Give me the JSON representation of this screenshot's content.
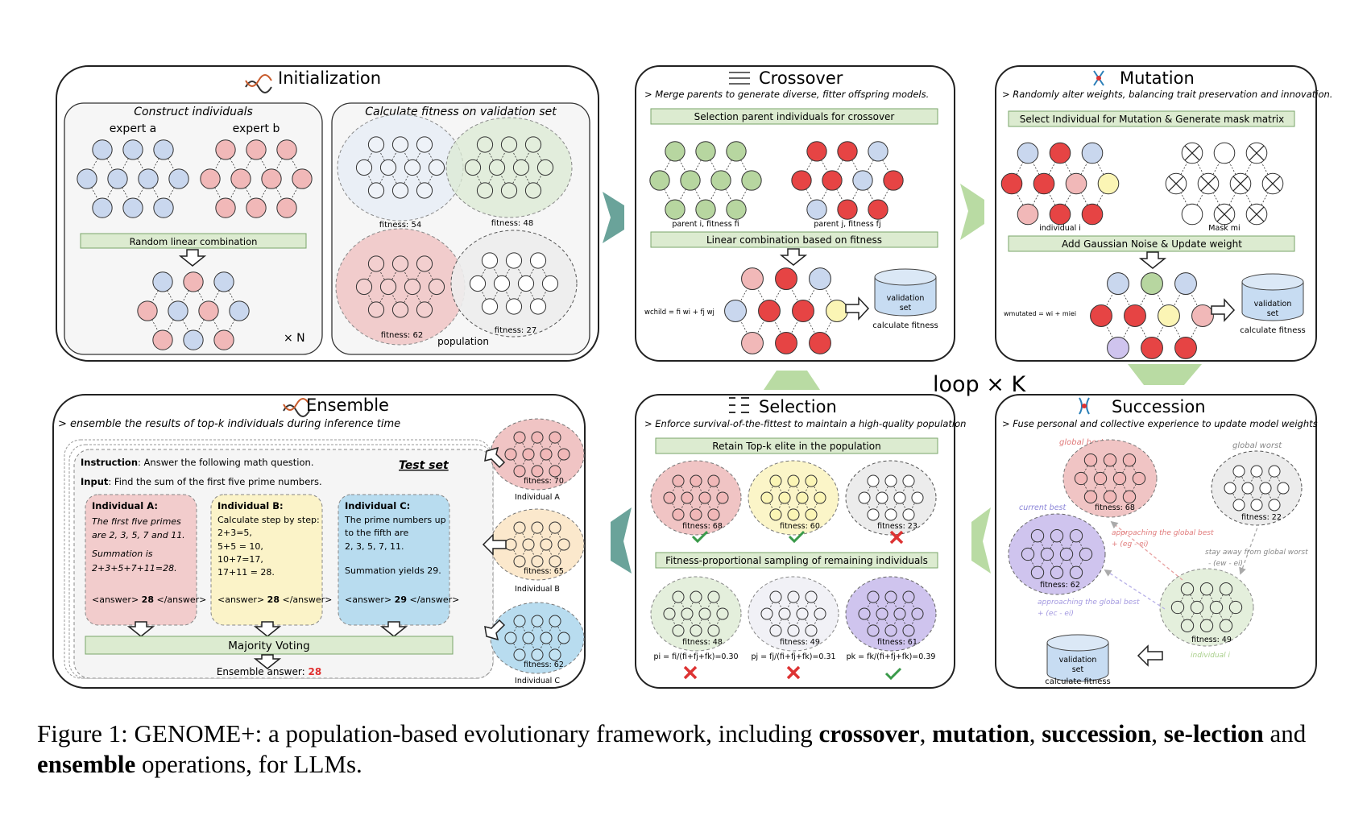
{
  "panels": {
    "initialization": {
      "title": "Initialization",
      "construct_title": "Construct individuals",
      "expert_a": "expert a",
      "expert_b": "expert b",
      "random_bar": "Random linear combination",
      "times_n": "× N",
      "calc_title": "Calculate fitness on validation set",
      "fit54": "fitness: 54",
      "fit48": "fitness: 48",
      "fit62": "fitness: 62",
      "fit27": "fitness: 27",
      "population": "population"
    },
    "crossover": {
      "title": "Crossover",
      "subtitle": "> Merge parents to generate diverse, fitter offspring models.",
      "bar1": "Selection parent individuals for crossover",
      "parent_i": "parent i, fitness fi",
      "parent_j": "parent j, fitness fj",
      "bar2": "Linear combination based on fitness",
      "formula": "wchild = fi wi + fj wj",
      "validation": "validation",
      "set": "set",
      "calc": "calculate fitness"
    },
    "mutation": {
      "title": "Mutation",
      "subtitle": "> Randomly alter weights, balancing trait preservation and innovation.",
      "bar1": "Select Individual for Mutation & Generate mask matrix",
      "individual": "individual i",
      "mask": "Mask mi",
      "bar2": "Add Gaussian Noise & Update weight",
      "formula": "wmutated = wi + miei",
      "validation": "validation",
      "set": "set",
      "calc": "calculate fitness"
    },
    "loop": "loop × K",
    "ensemble": {
      "title": "Ensemble",
      "subtitle": "> ensemble the results of top-k individuals during inference time",
      "instruction_label": "Instruction",
      "instruction": ": Answer the following math question.",
      "test_set": "Test set",
      "input_label": "Input",
      "input": ": Find the sum of the first five prime numbers.",
      "a_title": "Individual A:",
      "a_lines": [
        "The first five primes",
        "are 2, 3, 5, 7 and 11.",
        "Summation is",
        "2+3+5+7+11=28."
      ],
      "a_answer_pre": "<answer> ",
      "a_answer": "28",
      "a_answer_post": " </answer>",
      "b_title": "Individual B:",
      "b_lines": [
        "Calculate step by step:",
        "2+3=5,",
        "5+5 = 10,",
        "10+7=17,",
        "17+11 = 28."
      ],
      "b_answer_pre": "<answer> ",
      "b_answer": "28",
      "b_answer_post": " </answer>",
      "c_title": "Individual C:",
      "c_lines": [
        "The prime numbers up",
        "to the fifth are",
        "2, 3, 5, 7, 11.",
        "Summation yields 29."
      ],
      "c_answer_pre": "<answer> ",
      "c_answer": "29",
      "c_answer_post": " </answer>",
      "voting": "Majority Voting",
      "ensemble_answer_label": "Ensemble answer: ",
      "ensemble_answer": "28",
      "indA_fit": "fitness: 70",
      "indA": "Individual A",
      "indB_fit": "fitness: 65",
      "indB": "Individual B",
      "indC_fit": "fitness: 62",
      "indC": "Individual C"
    },
    "selection": {
      "title": "Selection",
      "subtitle": "> Enforce survival-of-the-fittest to maintain a high-quality population",
      "bar1": "Retain Top-k elite in the population",
      "fit68": "fitness: 68",
      "fit60": "fitness: 60",
      "fit23": "fitness: 23",
      "bar2": "Fitness-proportional sampling of remaining individuals",
      "fit48": "fitness: 48",
      "fit49": "fitness: 49",
      "fit61": "fitness: 61",
      "pi": "pi = fi/(fi+fj+fk)=0.30",
      "pj": "pj = fj/(fi+fj+fk)=0.31",
      "pk": "pk = fk/(fi+fj+fk)=0.39"
    },
    "succession": {
      "title": "Succession",
      "subtitle": "> Fuse personal and collective experience to update model weights",
      "global_best": "global best",
      "global_worst": "global worst",
      "current_best": "current best",
      "fit68": "fitness: 68",
      "fit22": "fitness: 22",
      "fit62": "fitness: 62",
      "fit49": "fitness: 49",
      "approach1": "approaching the global best",
      "approach1_formula": "+ (eg - ei)",
      "stay_away": "stay away from global worst",
      "stay_away_formula": "- (ew - ei)",
      "approach2": "approaching the global best",
      "approach2_formula": "+ (ec - ei)",
      "individual": "individual i",
      "validation": "validation",
      "set": "set",
      "calc": "calculate fitness"
    }
  },
  "caption": {
    "prefix": "Figure 1: GENOME+: a population-based evolutionary framework, including ",
    "crossover": "crossover",
    "comma1": ", ",
    "mutation": "mutation",
    "comma2": ", ",
    "succession": "succession",
    "comma3": ", ",
    "selection": "se-lection",
    "and": " and ",
    "ensemble": "ensemble",
    "suffix": " operations, for LLMs."
  },
  "colors": {
    "red": "#f1b8b8",
    "red_strong": "#e64444",
    "blue": "#c9d7ee",
    "green": "#b7d6a0",
    "yellow": "#fbf5b5",
    "purple": "#cfc4ee",
    "bar_green": "#dcebd0",
    "arrow_teal": "#6aa39a",
    "arrow_green": "#b9dba3"
  }
}
